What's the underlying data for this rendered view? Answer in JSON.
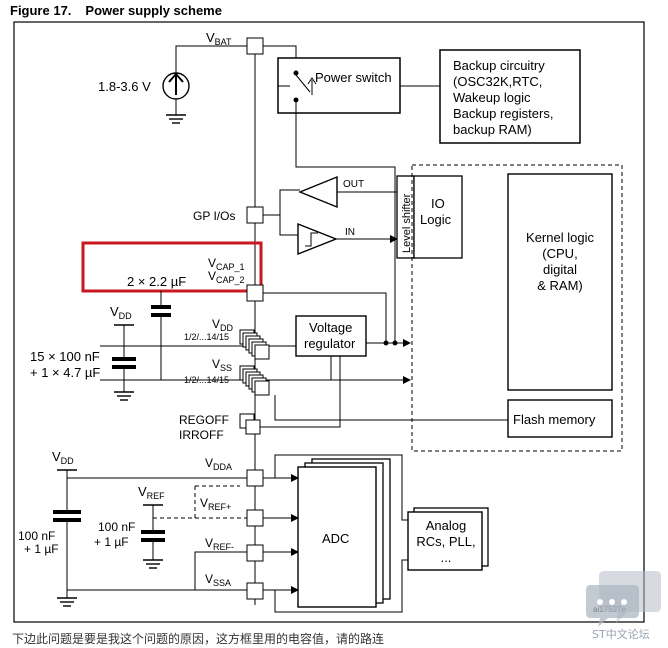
{
  "figure": {
    "number": "Figure 17.",
    "title": "Power supply scheme"
  },
  "labels": {
    "vbat_main": "V",
    "vbat_sub": "BAT",
    "supply_range": "1.8-3.6 V",
    "power_switch": "Power switch",
    "backup_l1": "Backup circuitry",
    "backup_l2": "(OSC32K,RTC,",
    "backup_l3": "Wakeup logic",
    "backup_l4": "Backup registers,",
    "backup_l5": "backup RAM)",
    "out": "OUT",
    "in": "IN",
    "gpio": "GP I/Os",
    "level_shifter": "Level shifter",
    "io_l1": "IO",
    "io_l2": "Logic",
    "kernel_l1": "Kernel logic",
    "kernel_l2": "(CPU,",
    "kernel_l3": "digital",
    "kernel_l4": "& RAM)",
    "vcap_main": "V",
    "vcap1_sub": "CAP_1",
    "vcap2_sub": "CAP_2",
    "cap_value": "2 × 2.2 µF",
    "vdd_main": "V",
    "vdd_sub": "DD",
    "pins": "1/2/...14/15",
    "vss_main": "V",
    "vss_sub": "SS",
    "decoupling_l1": "15 × 100 nF",
    "decoupling_l2": "+ 1 × 4.7 µF",
    "vreg_l1": "Voltage",
    "vreg_l2": "regulator",
    "regoff": "REGOFF",
    "irroff": "IRROFF",
    "flash": "Flash memory",
    "vdda_sub": "DDA",
    "vref_main": "V",
    "vref_sub": "REF",
    "vrefp_sub": "REF+",
    "vrefm_sub": "REF-",
    "vssa_sub": "SSA",
    "vref_cap_l1": "100 nF",
    "vref_cap_l2": "+ 1 µF",
    "vdda_cap_l1": "100 nF",
    "vdda_cap_l2": "+ 1 µF",
    "adc": "ADC",
    "analog_l1": "Analog",
    "analog_l2": "RCs, PLL,",
    "analog_l3": "...",
    "code": "ai17527e"
  },
  "caption": "下边此问题是要是我这个问题的原因，这方框里用的电容值，请的路连",
  "watermark": "ST中文论坛",
  "colors": {
    "highlight": "#c8191e",
    "line": "#000000",
    "dashed": "#000000",
    "watermark": "#9aa4b2"
  }
}
